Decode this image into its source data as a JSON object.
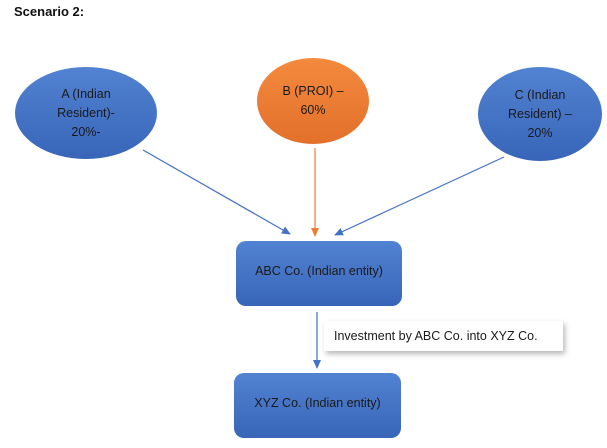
{
  "title": "Scenario 2:",
  "colors": {
    "blue_fill": "#4472C4",
    "orange_fill": "#ED7D31",
    "blue_line": "#4472C4",
    "orange_line": "#ED7D31"
  },
  "nodes": {
    "a": {
      "line1": "A (Indian",
      "line2": "Resident)-",
      "line3": "20%-"
    },
    "b": {
      "line1": "B (PROI) –",
      "line2": "60%"
    },
    "c": {
      "line1": "C (Indian",
      "line2": "Resident) –",
      "line3": "20%"
    },
    "abc": {
      "label": "ABC Co. (Indian entity)"
    },
    "xyz": {
      "label": "XYZ Co. (Indian entity)"
    }
  },
  "edges": [
    {
      "from": "A",
      "to": "ABC Co.",
      "color": "blue"
    },
    {
      "from": "B",
      "to": "ABC Co.",
      "color": "orange"
    },
    {
      "from": "C",
      "to": "ABC Co.",
      "color": "blue"
    },
    {
      "from": "ABC Co.",
      "to": "XYZ Co.",
      "color": "blue"
    }
  ],
  "edge_label": "Investment by ABC Co. into XYZ Co."
}
